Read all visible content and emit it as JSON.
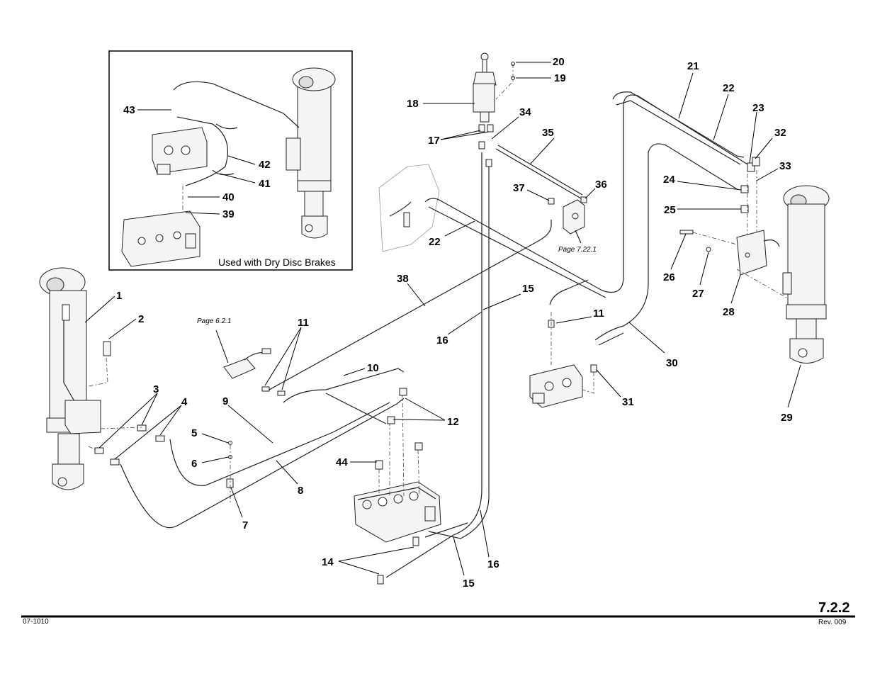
{
  "callouts": {
    "c1": "1",
    "c2": "2",
    "c3": "3",
    "c4": "4",
    "c5": "5",
    "c6": "6",
    "c7": "7",
    "c8": "8",
    "c9": "9",
    "c10": "10",
    "c11a": "11",
    "c11b": "11",
    "c12": "12",
    "c14": "14",
    "c15a": "15",
    "c15b": "15",
    "c16a": "16",
    "c16b": "16",
    "c17": "17",
    "c18": "18",
    "c19": "19",
    "c20": "20",
    "c21": "21",
    "c22a": "22",
    "c22b": "22",
    "c23": "23",
    "c24": "24",
    "c25": "25",
    "c26": "26",
    "c27": "27",
    "c28": "28",
    "c29": "29",
    "c30": "30",
    "c31": "31",
    "c32": "32",
    "c33": "33",
    "c34": "34",
    "c35": "35",
    "c36": "36",
    "c37": "37",
    "c38": "38",
    "c39": "39",
    "c40": "40",
    "c41": "41",
    "c42": "42",
    "c43": "43",
    "c44": "44"
  },
  "references": {
    "page_6_2_1": "Page 6.2.1",
    "page_7_22_1": "Page 7.22.1"
  },
  "inset": {
    "caption": "Used with Dry Disc Brakes"
  },
  "footer": {
    "page_number": "7.2.2",
    "doc_code": "07-1010",
    "revision": "Rev. 009"
  }
}
